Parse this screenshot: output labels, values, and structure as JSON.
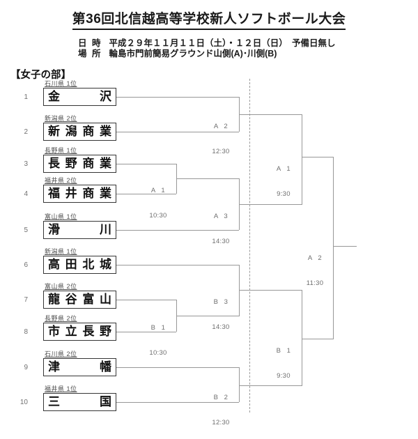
{
  "page": {
    "title": "第36回北信越高等学校新人ソフトボール大会",
    "date_label": "日 時",
    "date_value": "平成２９年１１月１１日（土）・１２日（日）　予備日無し",
    "venue_label": "場 所",
    "venue_value": "輪島市門前簡易グラウンド山側(A)･川側(B)",
    "section": "【女子の部】"
  },
  "bracket": {
    "teams": [
      {
        "seed": "1",
        "pref": "石川県 1位",
        "name": "金沢"
      },
      {
        "seed": "2",
        "pref": "新潟県 2位",
        "name": "新潟商業"
      },
      {
        "seed": "3",
        "pref": "長野県 1位",
        "name": "長野商業"
      },
      {
        "seed": "4",
        "pref": "福井県 2位",
        "name": "福井商業"
      },
      {
        "seed": "5",
        "pref": "富山県 1位",
        "name": "滑川"
      },
      {
        "seed": "6",
        "pref": "新潟県 1位",
        "name": "高田北城"
      },
      {
        "seed": "7",
        "pref": "富山県 2位",
        "name": "龍谷富山"
      },
      {
        "seed": "8",
        "pref": "長野県 2位",
        "name": "市立長野"
      },
      {
        "seed": "9",
        "pref": "石川県 2位",
        "name": "津幡"
      },
      {
        "seed": "10",
        "pref": "福井県 1位",
        "name": "三国"
      }
    ],
    "matches": [
      {
        "code": "A 1",
        "time": "10:30"
      },
      {
        "code": "A 2",
        "time": "12:30"
      },
      {
        "code": "A 3",
        "time": "14:30"
      },
      {
        "code": "A 1",
        "time": "9:30"
      },
      {
        "code": "B 1",
        "time": "10:30"
      },
      {
        "code": "B 3",
        "time": "14:30"
      },
      {
        "code": "B 2",
        "time": "12:30"
      },
      {
        "code": "B 1",
        "time": "9:30"
      },
      {
        "code": "A 2",
        "time": "11:30"
      }
    ]
  }
}
